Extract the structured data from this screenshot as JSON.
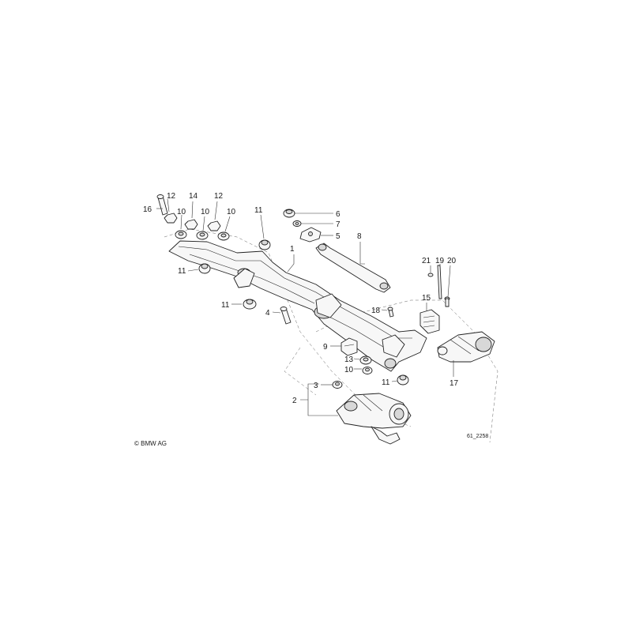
{
  "labels": {
    "l1": "1",
    "l2": "2",
    "l3": "3",
    "l4": "4",
    "l5": "5",
    "l6": "6",
    "l7": "7",
    "l8": "8",
    "l9": "9",
    "l10a": "10",
    "l10b": "10",
    "l10c": "10",
    "l10d": "10",
    "l11a": "11",
    "l11b": "11",
    "l11c": "11",
    "l11d": "11",
    "l12a": "12",
    "l12b": "12",
    "l13": "13",
    "l14": "14",
    "l15": "15",
    "l16": "16",
    "l17": "17",
    "l18": "18",
    "l19": "19",
    "l20": "20",
    "l21": "21"
  },
  "copyright": "© BMW AG",
  "diagram_id": "61_2258"
}
